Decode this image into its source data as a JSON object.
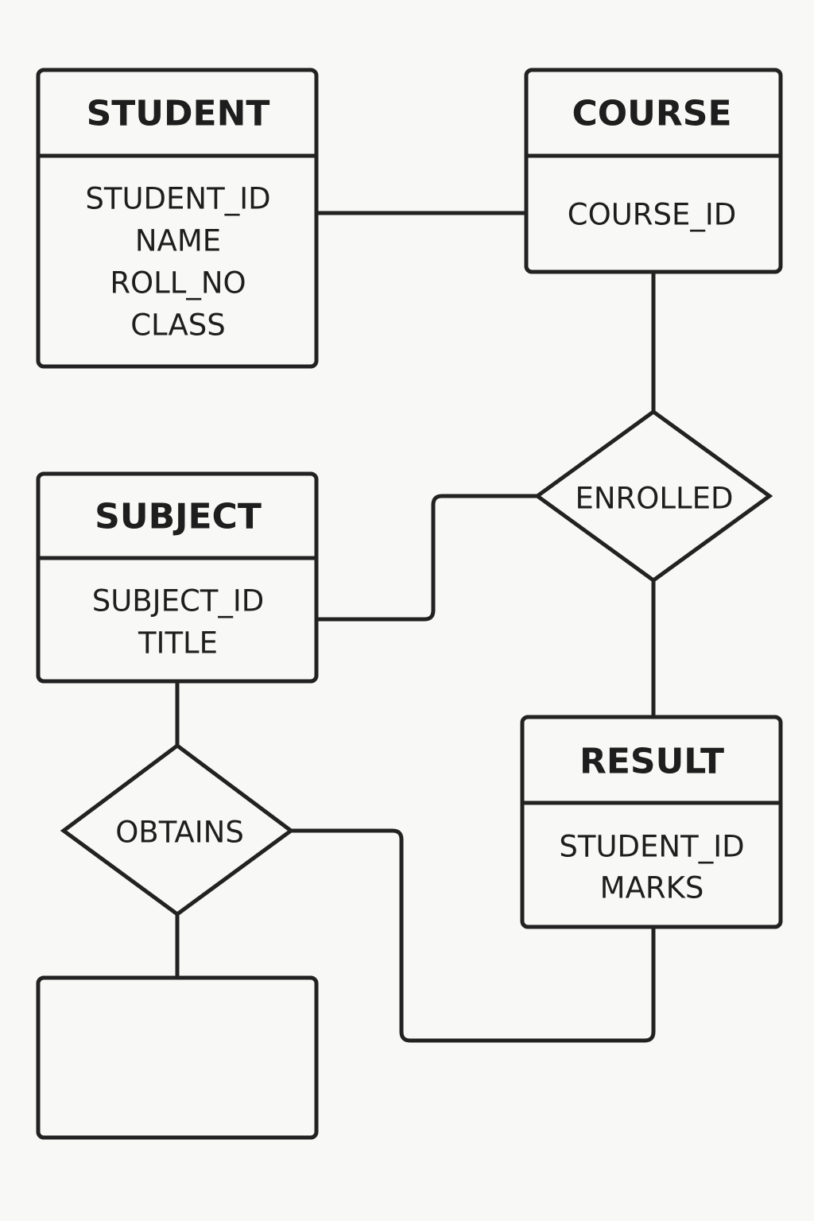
{
  "entities": {
    "student": {
      "title": "STUDENT",
      "attributes": [
        "STUDENT_ID",
        "NAME",
        "ROLL_NO",
        "CLASS"
      ]
    },
    "course": {
      "title": "COURSE",
      "attributes": [
        "COURSE_ID"
      ]
    },
    "subject": {
      "title": "SUBJECT",
      "attributes": [
        "SUBJECT_ID",
        "TITLE"
      ]
    },
    "result": {
      "title": "RESULT",
      "attributes": [
        "STUDENT_ID",
        "MARKS"
      ]
    }
  },
  "relationships": {
    "enrolled": {
      "label": "ENROLLED"
    },
    "obtains": {
      "label": "OBTAINS"
    }
  },
  "colors": {
    "stroke": "#222222",
    "background": "#f8f8f6",
    "text": "#1e1e1e"
  }
}
